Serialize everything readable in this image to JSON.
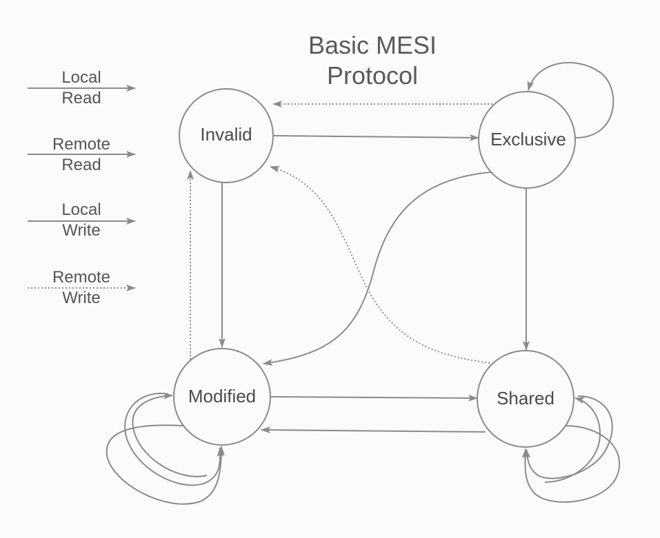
{
  "title": {
    "line1": "Basic MESI",
    "line2": "Protocol"
  },
  "legend": [
    {
      "line1": "Local",
      "line2": "Read",
      "style": "solid"
    },
    {
      "line1": "Remote",
      "line2": "Read",
      "style": "solid"
    },
    {
      "line1": "Local",
      "line2": "Write",
      "style": "solid"
    },
    {
      "line1": "Remote",
      "line2": "Write",
      "style": "dotted"
    }
  ],
  "states": {
    "invalid": "Invalid",
    "exclusive": "Exclusive",
    "modified": "Modified",
    "shared": "Shared"
  },
  "colors": {
    "ink": "#8a8a8a",
    "text": "#555555",
    "background": "#fbfbf9"
  }
}
